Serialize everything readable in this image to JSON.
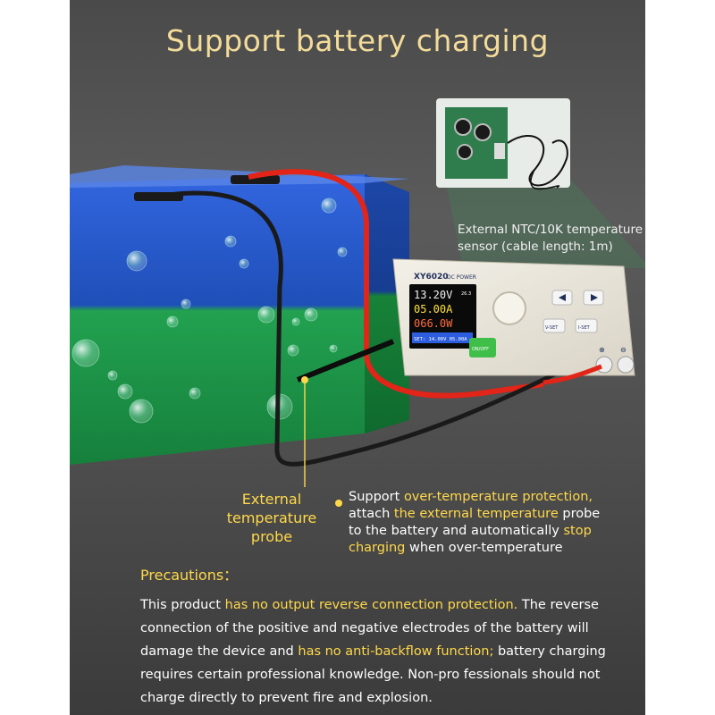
{
  "title": "Support battery charging",
  "sensor": {
    "line1": "External NTC/10K temperature",
    "line2": "sensor (cable length: 1m)"
  },
  "probe_label": {
    "line1": "External",
    "line2": "temperature",
    "line3": "probe"
  },
  "protection": {
    "p1": "Support ",
    "h1": "over-temperature protection,",
    "p2": "attach ",
    "h2": "the external temperature",
    "p3": " probe",
    "p4": "to the battery and automatically ",
    "h3": "stop",
    "h4": "charging",
    "p5": " when over-temperature"
  },
  "precautions": {
    "title": "Precautions：",
    "t1": "This product ",
    "h1": "has no output reverse connection protection.",
    "t2": " The reverse connection of the positive and negative electrodes of the battery will damage the device and ",
    "h2": "has no anti-backflow function;",
    "t3": " battery charging requires certain professional knowledge. Non-pro fessionals should not charge directly to prevent fire and explosion."
  },
  "device": {
    "brand": "XY6020",
    "subtitle": "DC POWER",
    "voltage": "13.20V",
    "current": "05.00A",
    "power": "066.0W",
    "temp": "26.3",
    "set_line": "SET: 14.00V 05.00A",
    "onoff_label": "ON/OFF",
    "vset_label": "V-SET",
    "iset_label": "I-SET",
    "plus": "⊕",
    "minus": "⊖"
  },
  "colors": {
    "title": "#f3dc9a",
    "highlight": "#ffd84a",
    "battery_top": "#2b59d6",
    "battery_bottom": "#1c9a4a",
    "red_wire": "#e32418",
    "screen_bg": "#0a0a0a",
    "onoff": "#3fbf4a"
  }
}
